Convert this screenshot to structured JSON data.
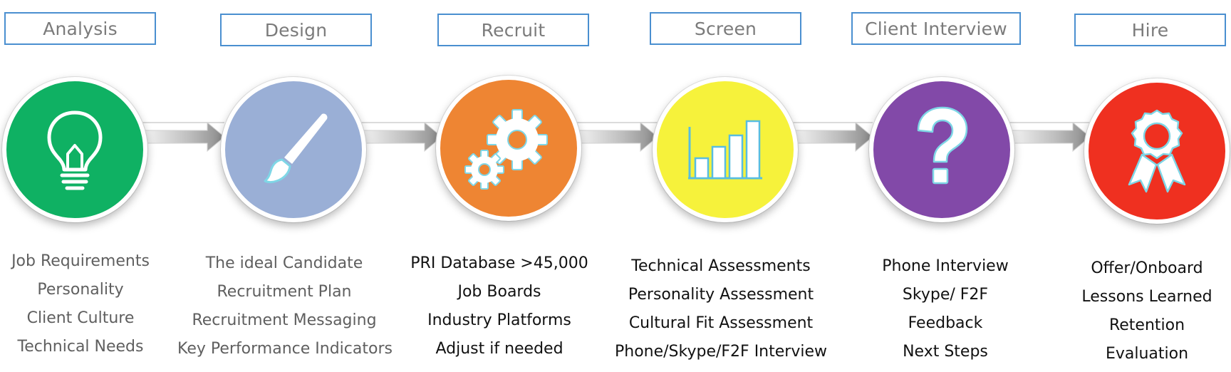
{
  "colors": {
    "box_border": "#4a8fd0",
    "label_text": "#7b7b7b",
    "analysis": "#0fb163",
    "design": "#9aafd6",
    "recruit": "#ee8533",
    "screen": "#f6f23b",
    "client_interview": "#8249a8",
    "hire": "#ef3020",
    "icon_stroke": "#7fd6e6"
  },
  "steps": [
    {
      "label": "Analysis",
      "icon": "lightbulb-icon",
      "items": [
        "Job Requirements",
        "Personality",
        "Client Culture",
        "Technical Needs"
      ]
    },
    {
      "label": "Design",
      "icon": "paintbrush-icon",
      "items": [
        "The ideal Candidate",
        "Recruitment Plan",
        "Recruitment Messaging",
        "Key Performance Indicators"
      ]
    },
    {
      "label": "Recruit",
      "icon": "gears-icon",
      "items": [
        "PRI Database >45,000",
        "Job Boards",
        "Industry Platforms",
        "Adjust if needed"
      ]
    },
    {
      "label": "Screen",
      "icon": "bar-chart-icon",
      "items": [
        "Technical Assessments",
        "Personality Assessment",
        "Cultural Fit Assessment",
        "Phone/Skype/F2F Interview"
      ]
    },
    {
      "label": "Client Interview",
      "icon": "question-mark-icon",
      "items": [
        "Phone Interview",
        "Skype/ F2F",
        "Feedback",
        "Next Steps"
      ]
    },
    {
      "label": "Hire",
      "icon": "award-ribbon-icon",
      "items": [
        "Offer/Onboard",
        "Lessons Learned",
        "Retention",
        "Evaluation"
      ]
    }
  ]
}
